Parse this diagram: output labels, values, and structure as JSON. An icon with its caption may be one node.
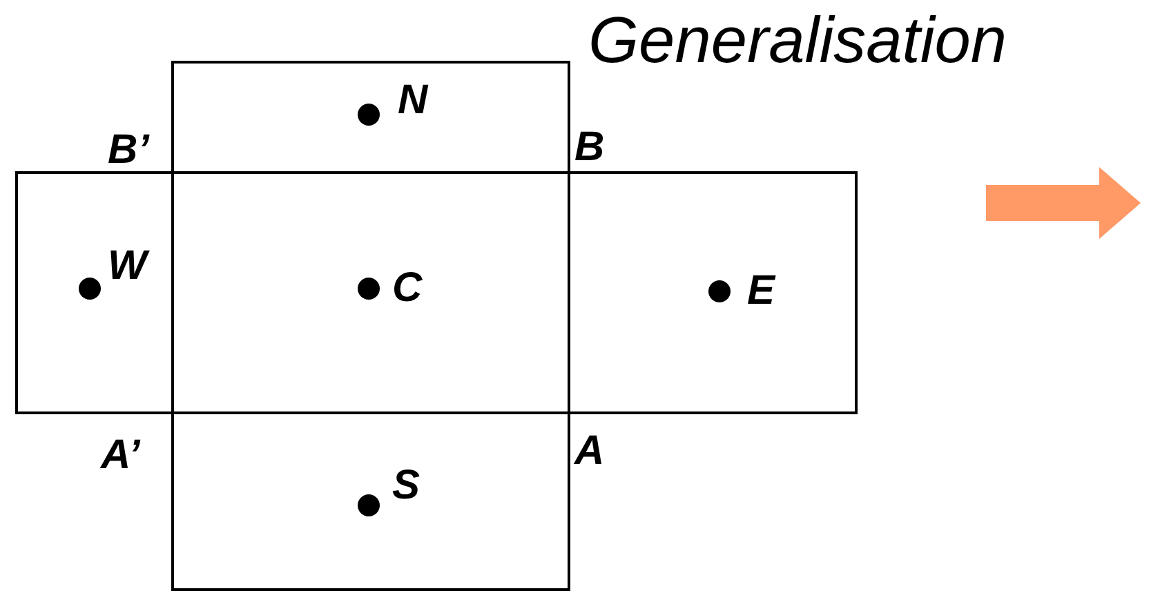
{
  "diagram": {
    "title": "Generalisation",
    "nodes": [
      {
        "text": [
          "N"
        ]
      },
      {
        "text": [
          "W"
        ]
      },
      {
        "text": [
          "C"
        ]
      },
      {
        "text": [
          "E"
        ]
      },
      {
        "text": [
          "S"
        ]
      }
    ],
    "labels": [
      "B’",
      "B",
      "A’",
      "A"
    ]
  }
}
